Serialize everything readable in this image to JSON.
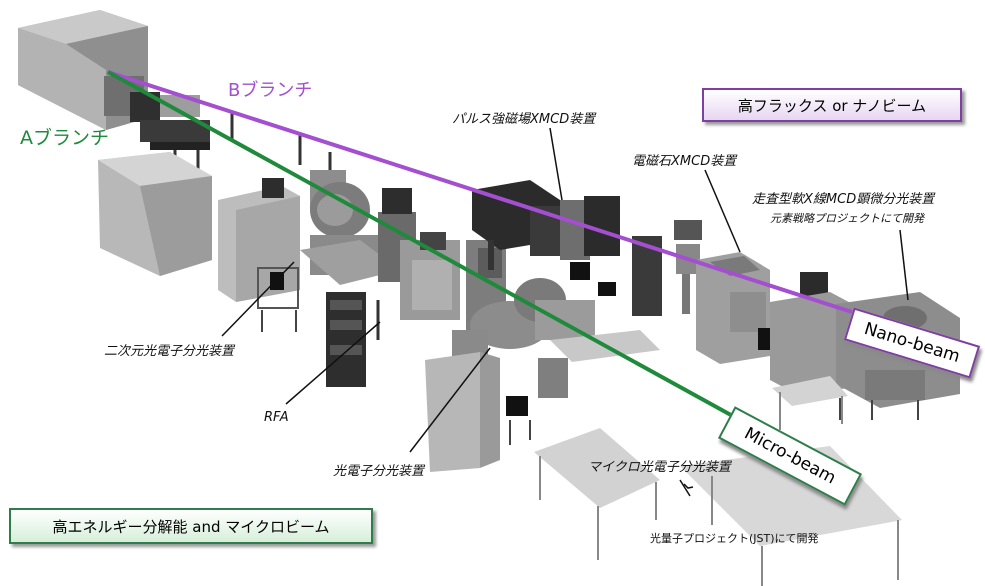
{
  "branches": {
    "a": {
      "label": "Aブランチ",
      "color": "#1f8a3c"
    },
    "b": {
      "label": "Bブランチ",
      "color": "#a34fd0"
    }
  },
  "banners": {
    "top_right": "高フラックス or ナノビーム",
    "bottom_left": "高エネルギー分解能 and マイクロビーム"
  },
  "beam_tags": {
    "nano": "Nano-beam",
    "micro": "Micro-beam"
  },
  "labels": {
    "pulse_xmcd": "パルス強磁場XMCD装置",
    "magnet_xmcd": "電磁石XMCD装置",
    "scan_mcd": "走査型軟X線MCD顕微分光装置",
    "scan_mcd_note": "元素戦略プロジェクトにて開発",
    "photoemission_2d": "二次元光電子分光装置",
    "rfa": "RFA",
    "photoemission": "光電子分光装置",
    "micro_pes": "マイクロ光電子分光装置",
    "micro_pes_note": "光量子プロジェクト(JST)にて開発"
  },
  "colors": {
    "machine": "#8a8a8a",
    "machine_dark": "#3b3b3b",
    "machine_light": "#c4c4c4",
    "banner_green": "#2e7d4a",
    "banner_purple": "#7d3fa0"
  }
}
